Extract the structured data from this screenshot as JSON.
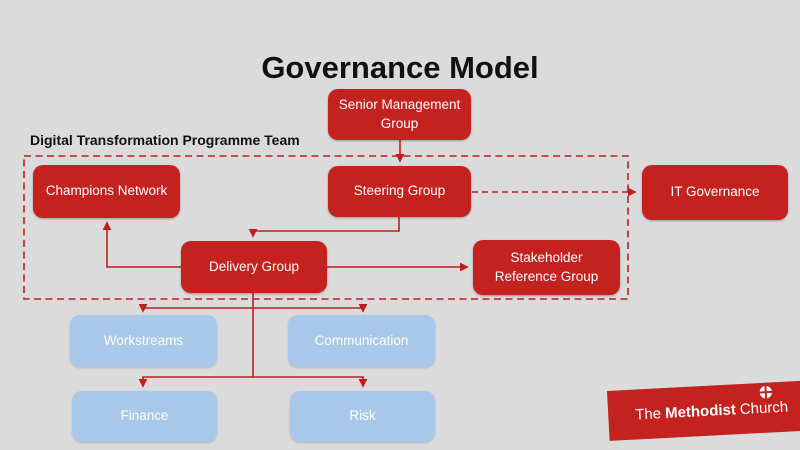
{
  "title": "Governance Model",
  "group_label": "Digital Transformation Programme Team",
  "colors": {
    "red": "#c4221e",
    "blue": "#a9c8e9",
    "background": "#dbdbdb",
    "line": "#bf1f1c"
  },
  "nodes": {
    "senior_management": "Senior Management\nGroup",
    "steering": "Steering Group",
    "champions": "Champions Network",
    "it_governance": "IT Governance",
    "delivery": "Delivery Group",
    "stakeholder": "Stakeholder\nReference Group",
    "workstreams": "Workstreams",
    "communication": "Communication",
    "finance": "Finance",
    "risk": "Risk"
  },
  "logo": {
    "the": "The",
    "methodist": "Methodist",
    "church": "Church",
    "icon": "orb-and-cross-icon"
  }
}
